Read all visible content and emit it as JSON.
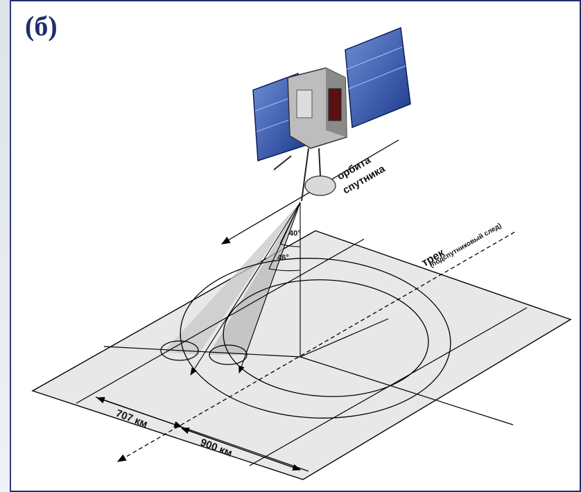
{
  "panel_label": "(б)",
  "labels": {
    "orbit_line1": "орбита",
    "orbit_line2": "спутника",
    "track": "трек",
    "track_sub": "(подспутниковый след)",
    "angle_inner": "40°",
    "angle_outer": "46°",
    "dist_inner": "707 км",
    "dist_outer": "900 км"
  },
  "colors": {
    "frame": "#1f2f6e",
    "plane": "#e6e6e6",
    "beam": "#c9c9c9",
    "panel_blue": "#2b4fa8"
  }
}
